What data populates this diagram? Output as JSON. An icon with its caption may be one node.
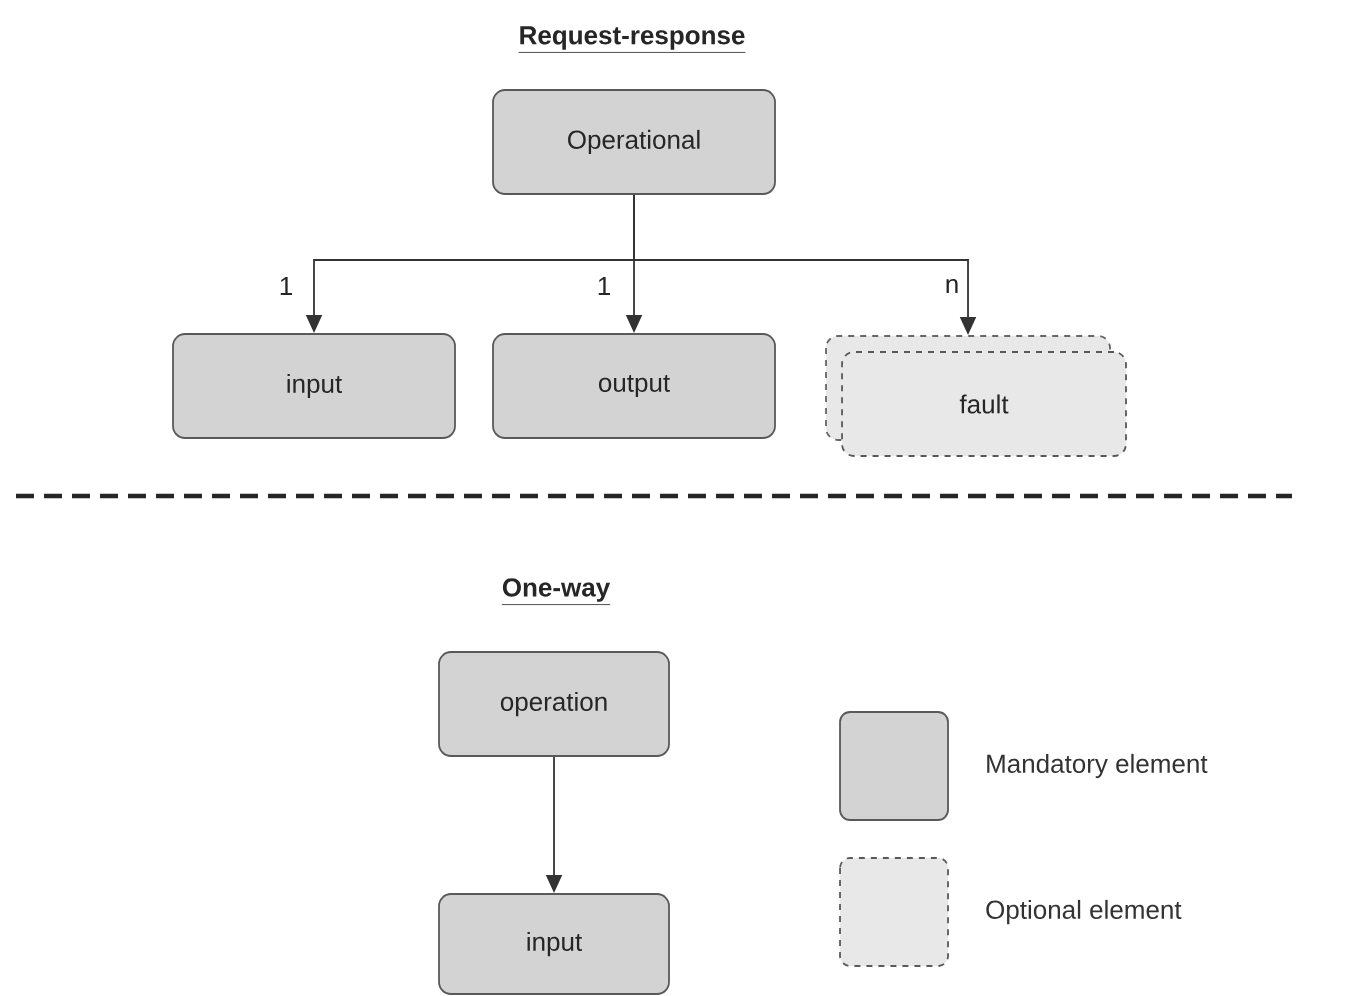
{
  "diagram": {
    "nodes": [
      {
        "text": [
          "Operational"
        ]
      },
      {
        "text": [
          "input"
        ]
      },
      {
        "text": [
          "output"
        ]
      },
      {
        "text": [
          "fault"
        ]
      },
      {
        "text": [
          "operation"
        ]
      },
      {
        "text": [
          "input"
        ]
      }
    ],
    "edges": [
      {
        "from": 0,
        "to": 1,
        "arrow": "to",
        "label": "1"
      },
      {
        "from": 0,
        "to": 2,
        "arrow": "to",
        "label": "1"
      },
      {
        "from": 0,
        "to": 3,
        "arrow": "to",
        "label": "n"
      },
      {
        "from": 4,
        "to": 5,
        "arrow": "to"
      }
    ],
    "labels": [
      "Request-response",
      "One-way"
    ],
    "legend": [
      {
        "text": "Mandatory element",
        "color": "#d3d3d3"
      },
      {
        "text": "Optional element",
        "color": "#e8e8e8"
      }
    ]
  }
}
